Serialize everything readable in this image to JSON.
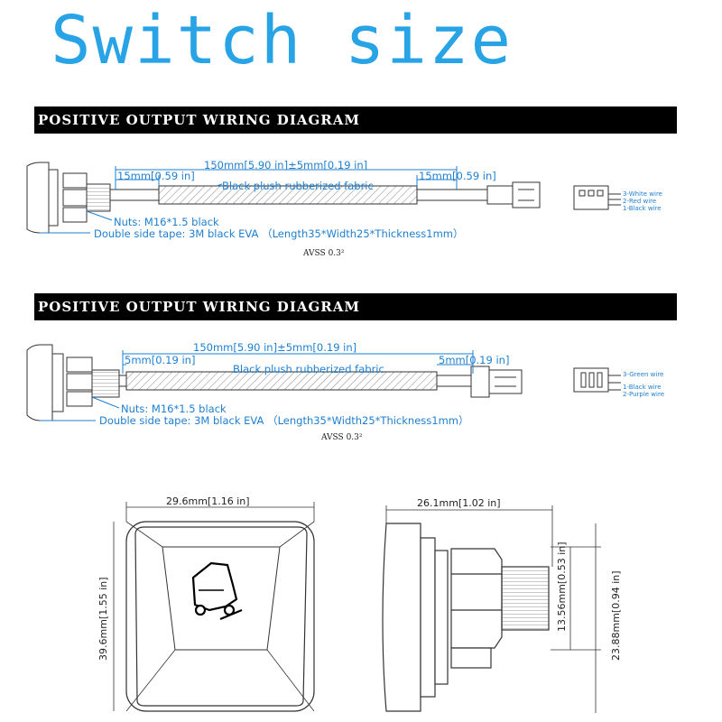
{
  "title": "Switch size",
  "colors": {
    "accent_blue": "#1e7fd0",
    "title_blue": "#27a3e6",
    "banner": "#000000"
  },
  "diagram1": {
    "banner": "POSITIVE OUTPUT WIRING DIAGRAM",
    "total_length": "150mm[5.90 in]±5mm[0.19 in]",
    "left_strip": "15mm[0.59 in]",
    "right_strip": "15mm[0.59 in]",
    "cable_label": "Black plush rubberized fabric",
    "nuts": "Nuts: M16*1.5 black",
    "tape": "Double side tape: 3M black EVA （Length35*Width25*Thickness1mm）",
    "avss": "AVSS 0.3²",
    "pins": [
      "3-White wire",
      "2-Red wire",
      "1-Black wire"
    ]
  },
  "diagram2": {
    "banner": "POSITIVE OUTPUT WIRING DIAGRAM",
    "total_length": "150mm[5.90 in]±5mm[0.19 in]",
    "left_strip": "5mm[0.19 in]",
    "right_strip": "5mm[0.19 in]",
    "cable_label": "Black plush rubberized fabric",
    "nuts": "Nuts: M16*1.5 black",
    "tape": "Double side tape: 3M black EVA （Length35*Width25*Thickness1mm）",
    "avss": "AVSS 0.3²",
    "pins": [
      "3-Green wire",
      "1-Black wire",
      "2-Purple wire"
    ]
  },
  "front_view": {
    "width": "29.6mm[1.16 in]",
    "height": "39.6mm[1.55 in]",
    "icon": "car-trunk-icon"
  },
  "side_view": {
    "width": "26.1mm[1.02 in]",
    "thread_depth": "13.56mm[0.53 in]",
    "total_height": "23.88mm[0.94 in]"
  }
}
